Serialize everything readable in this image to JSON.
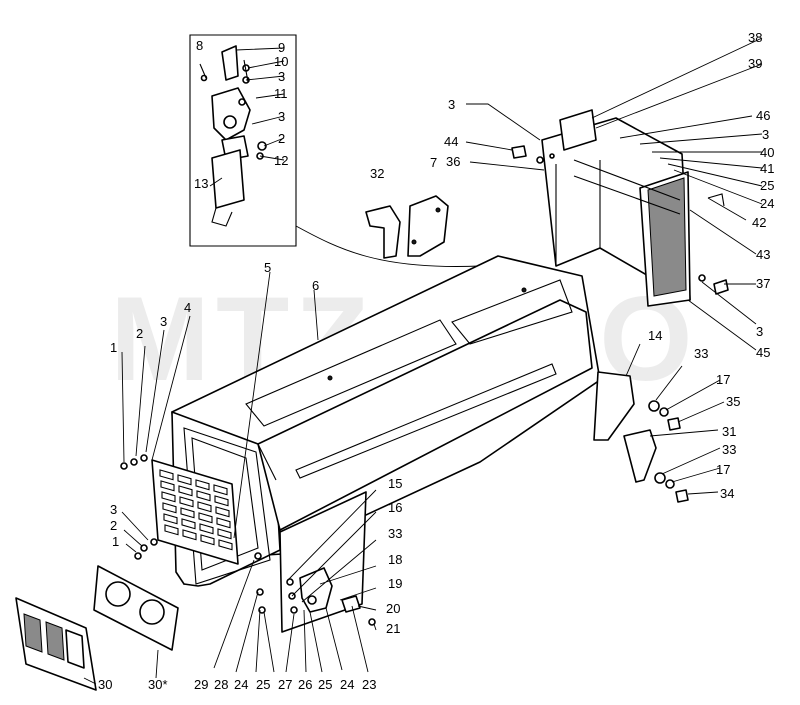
{
  "watermark": "MTZ-PRO",
  "callouts": {
    "c38": "38",
    "c39": "39",
    "c46": "46",
    "c3a": "3",
    "c40": "40",
    "c41": "41",
    "c25a": "25",
    "c24a": "24",
    "c42": "42",
    "c43": "43",
    "c37": "37",
    "c3b": "3",
    "c45": "45",
    "c3c": "3",
    "c44": "44",
    "c36": "36",
    "c32": "32",
    "c7": "7",
    "c8": "8",
    "c9": "9",
    "c10": "10",
    "c3d": "3",
    "c11": "11",
    "c3e": "3",
    "c2a": "2",
    "c12": "12",
    "c13": "13",
    "c5": "5",
    "c6": "6",
    "c1a": "1",
    "c2b": "2",
    "c3f": "3",
    "c4": "4",
    "c14": "14",
    "c33a": "33",
    "c17a": "17",
    "c35": "35",
    "c31": "31",
    "c33b": "33",
    "c17b": "17",
    "c34": "34",
    "c15": "15",
    "c16": "16",
    "c33c": "33",
    "c18": "18",
    "c19": "19",
    "c20": "20",
    "c21": "21",
    "c3g": "3",
    "c2c": "2",
    "c1b": "1",
    "c30": "30",
    "c30s": "30*",
    "c29": "29",
    "c28": "28",
    "c24b": "24",
    "c25b": "25",
    "c27": "27",
    "c26": "26",
    "c25c": "25",
    "c24c": "24",
    "c23": "23"
  }
}
